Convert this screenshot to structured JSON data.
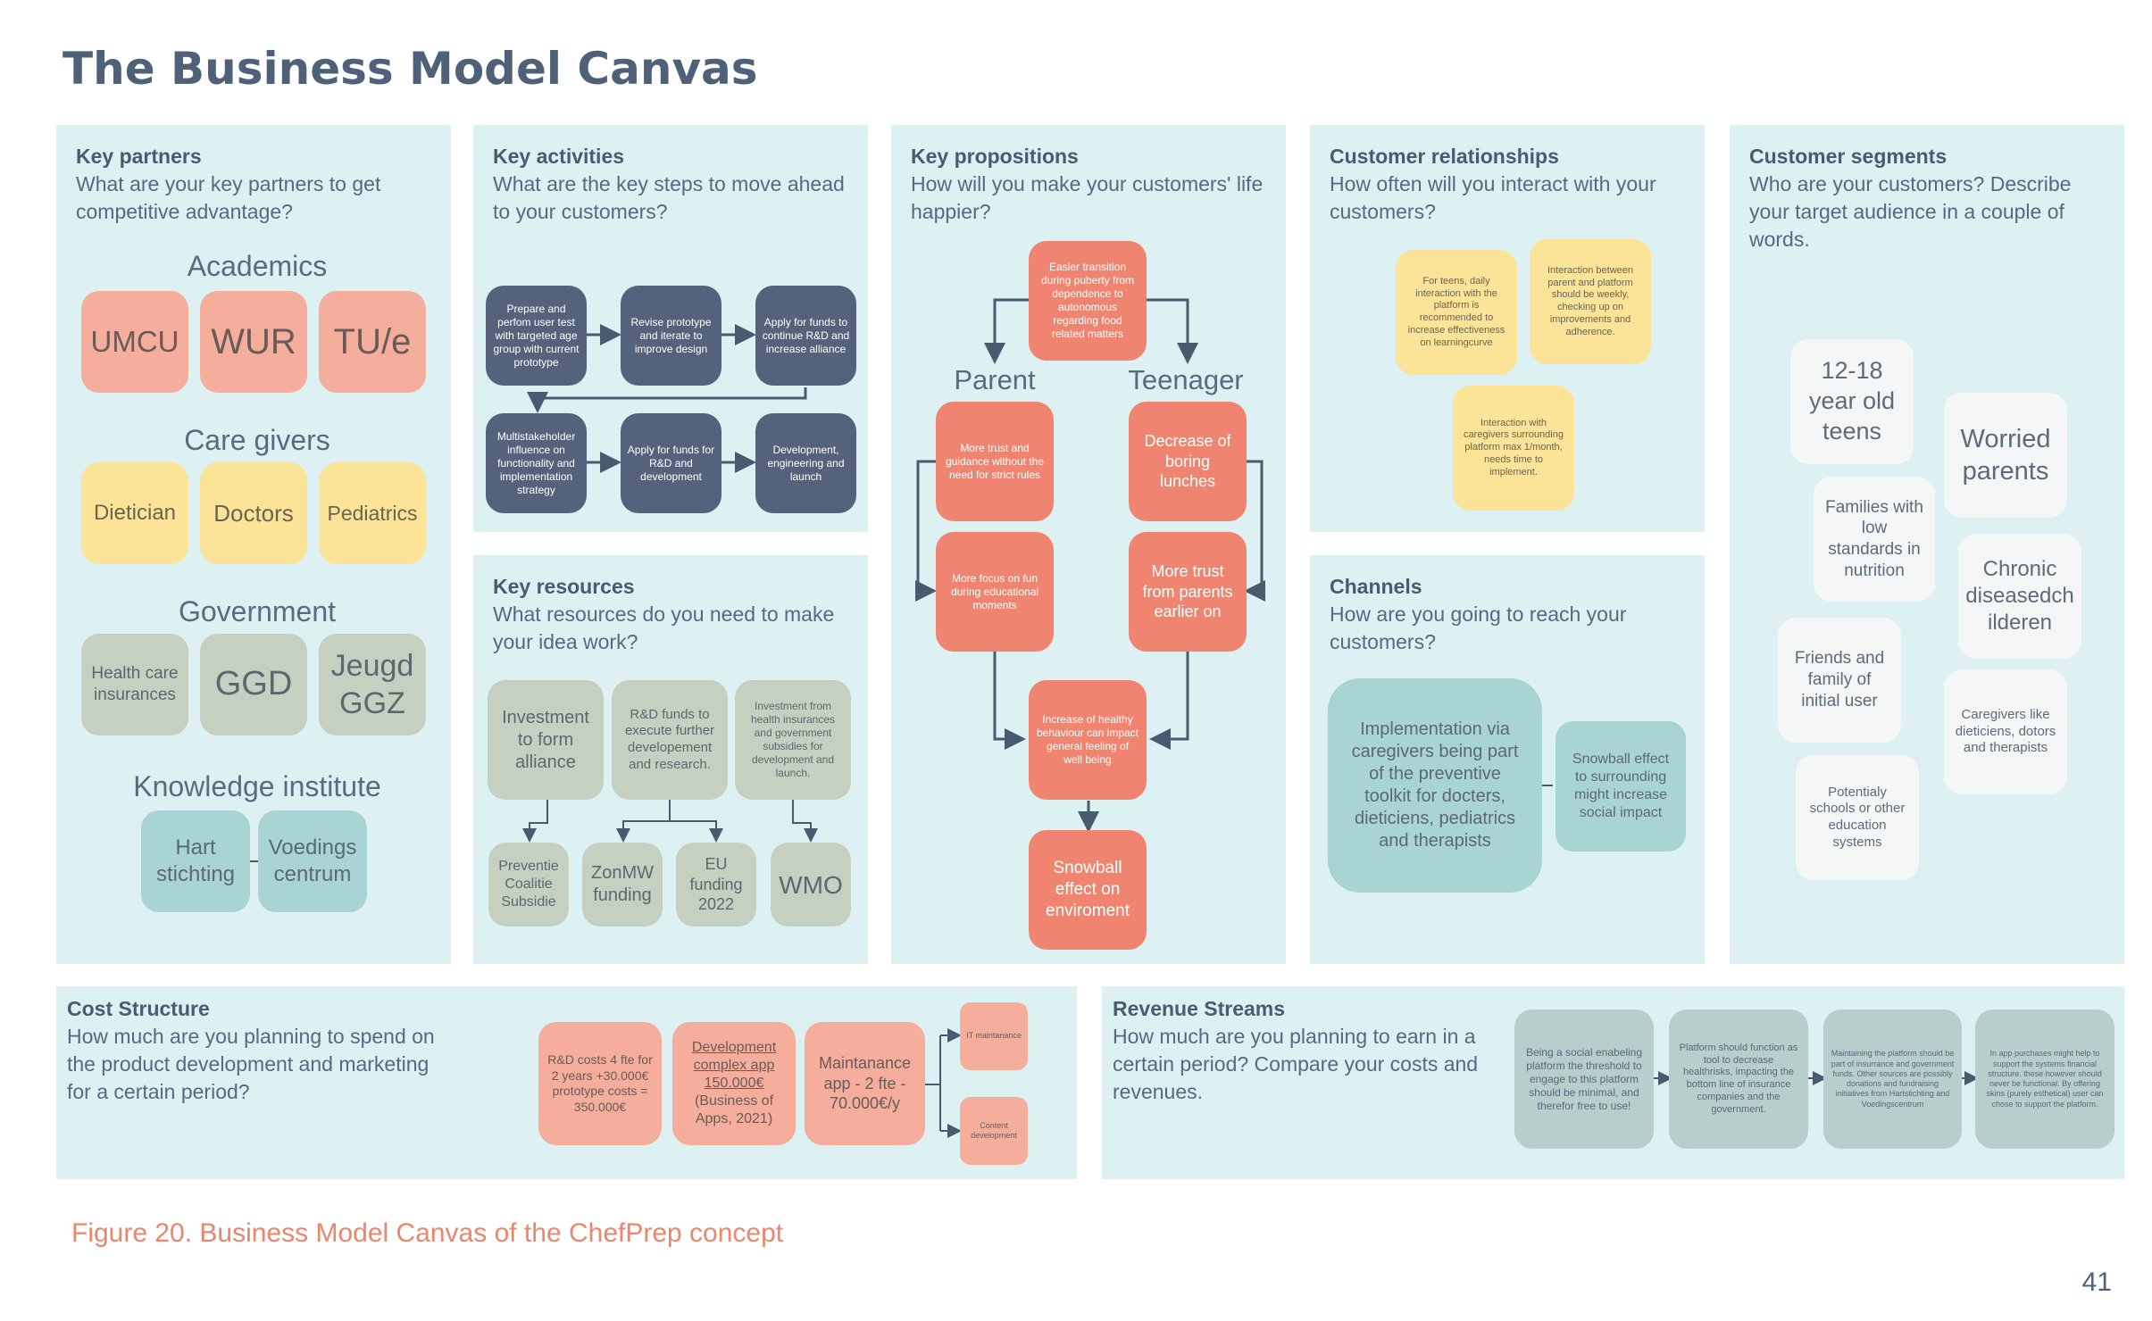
{
  "title": "The Business Model Canvas",
  "caption": "Figure 20. Business Model Canvas of the ChefPrep concept",
  "page_number": "41",
  "key_partners": {
    "heading": "Key partners",
    "question": "What are your key partners to get competitive advantage?",
    "academics_label": "Academics",
    "academics": [
      "UMCU",
      "WUR",
      "TU/e"
    ],
    "caregivers_label": "Care givers",
    "caregivers": [
      "Dietician",
      "Doctors",
      "Pediatrics"
    ],
    "government_label": "Government",
    "government": [
      "Health care insurances",
      "GGD",
      "Jeugd GGZ"
    ],
    "knowledge_label": "Knowledge institute",
    "knowledge": [
      "Hart stichting",
      "Voedings centrum"
    ]
  },
  "key_activities": {
    "heading": "Key activities",
    "question": "What are the key steps to move ahead to your customers?",
    "steps": [
      "Prepare and perfom user test with targeted age group with current prototype",
      "Revise prototype and iterate to improve design",
      "Apply for funds to continue R&D and increase alliance",
      "Multistakeholder influence on functionality and implementation strategy",
      "Apply for funds for R&D and development",
      "Development, engineering and launch"
    ]
  },
  "key_resources": {
    "heading": "Key resources",
    "question": "What resources do you need to make your idea work?",
    "top": [
      "Investment to form alliance",
      "R&D funds to execute further developement and research.",
      "Investment from health insurances and government subsidies for development and launch."
    ],
    "bottom": [
      "Preventie Coalitie Subsidie",
      "ZonMW funding",
      "EU funding 2022",
      "WMO"
    ]
  },
  "key_propositions": {
    "heading": "Key propositions",
    "question": "How will you make your customers' life happier?",
    "top": "Easier transition during puberty from dependence to autonomous regarding food related matters",
    "parent_label": "Parent",
    "teen_label": "Teenager",
    "parent_items": [
      "More trust and guidance without the need for strict rules",
      "More focus on fun during educational moments"
    ],
    "teen_items": [
      "Decrease of boring lunches",
      "More trust from parents earlier on"
    ],
    "merge": "Increase of healthy behaviour can impact general feeling of well being",
    "final": "Snowball effect on enviroment"
  },
  "customer_relationships": {
    "heading": "Customer relationships",
    "question": "How often will you interact with your customers?",
    "notes": [
      "For teens, daily interaction with the platform is recommended to increase effectiveness on learningcurve",
      "Interaction between parent and platform should be weekly, checking up on improvements and adherence.",
      "Interaction with caregivers surrounding platform max 1/month, needs time to implement."
    ]
  },
  "channels": {
    "heading": "Channels",
    "question": "How are you going to reach your customers?",
    "main": "Implementation via caregivers being part of the preventive toolkit for docters, dieticiens, pediatrics and therapists",
    "effect": "Snowball effect to surrounding might increase social impact"
  },
  "customer_segments": {
    "heading": "Customer segments",
    "question": "Who are your customers? Describe your target audience in a couple of words.",
    "items": [
      "12-18 year old teens",
      "Worried parents",
      "Families with low standards in nutrition",
      "Chronic diseasedch ilderen",
      "Friends and family of initial user",
      "Caregivers like dieticiens, dotors and therapists",
      "Potentialy schools or other education systems"
    ]
  },
  "cost_structure": {
    "heading": "Cost Structure",
    "question": "How much are you planning to spend on the product development and marketing for a certain period?",
    "rd": "R&D costs 4 fte for 2 years +30.000€ prototype costs = 350.000€",
    "dev_u": "Development complex app 150.000€",
    "dev_rest": "(Business of Apps, 2021)",
    "maint": "Maintanance app - 2 fte - 70.000€/y",
    "it": "IT maintanance",
    "content": "Content development"
  },
  "revenue_streams": {
    "heading": "Revenue Streams",
    "question": "How much are you planning to earn in a certain period? Compare your costs and revenues.",
    "items": [
      "Being a social enabeling platform the threshold to engage to this platform should be minimal, and therefor free to use!",
      "Platform should function as tool to decrease healthrisks, impacting the bottom line of insurance companies and the government.",
      "Maintaining the platform should be part of insurrance and government funds. Other sources are possibly donations and fundraising initiatives from Hartstichting and Voedingscentrum",
      "In app purchases might help to support the systems financial structure. these however should never be functional. By offering skins (purely esthetical) user can chose to support the platform."
    ]
  },
  "colors": {
    "pink": "#f4ae9b",
    "yellow": "#fbe497",
    "sage": "#c5d0c0",
    "teal": "#a9d4d4",
    "navy": "#54637b",
    "coral": "#ef8570",
    "panel": "#ddf0f2"
  }
}
